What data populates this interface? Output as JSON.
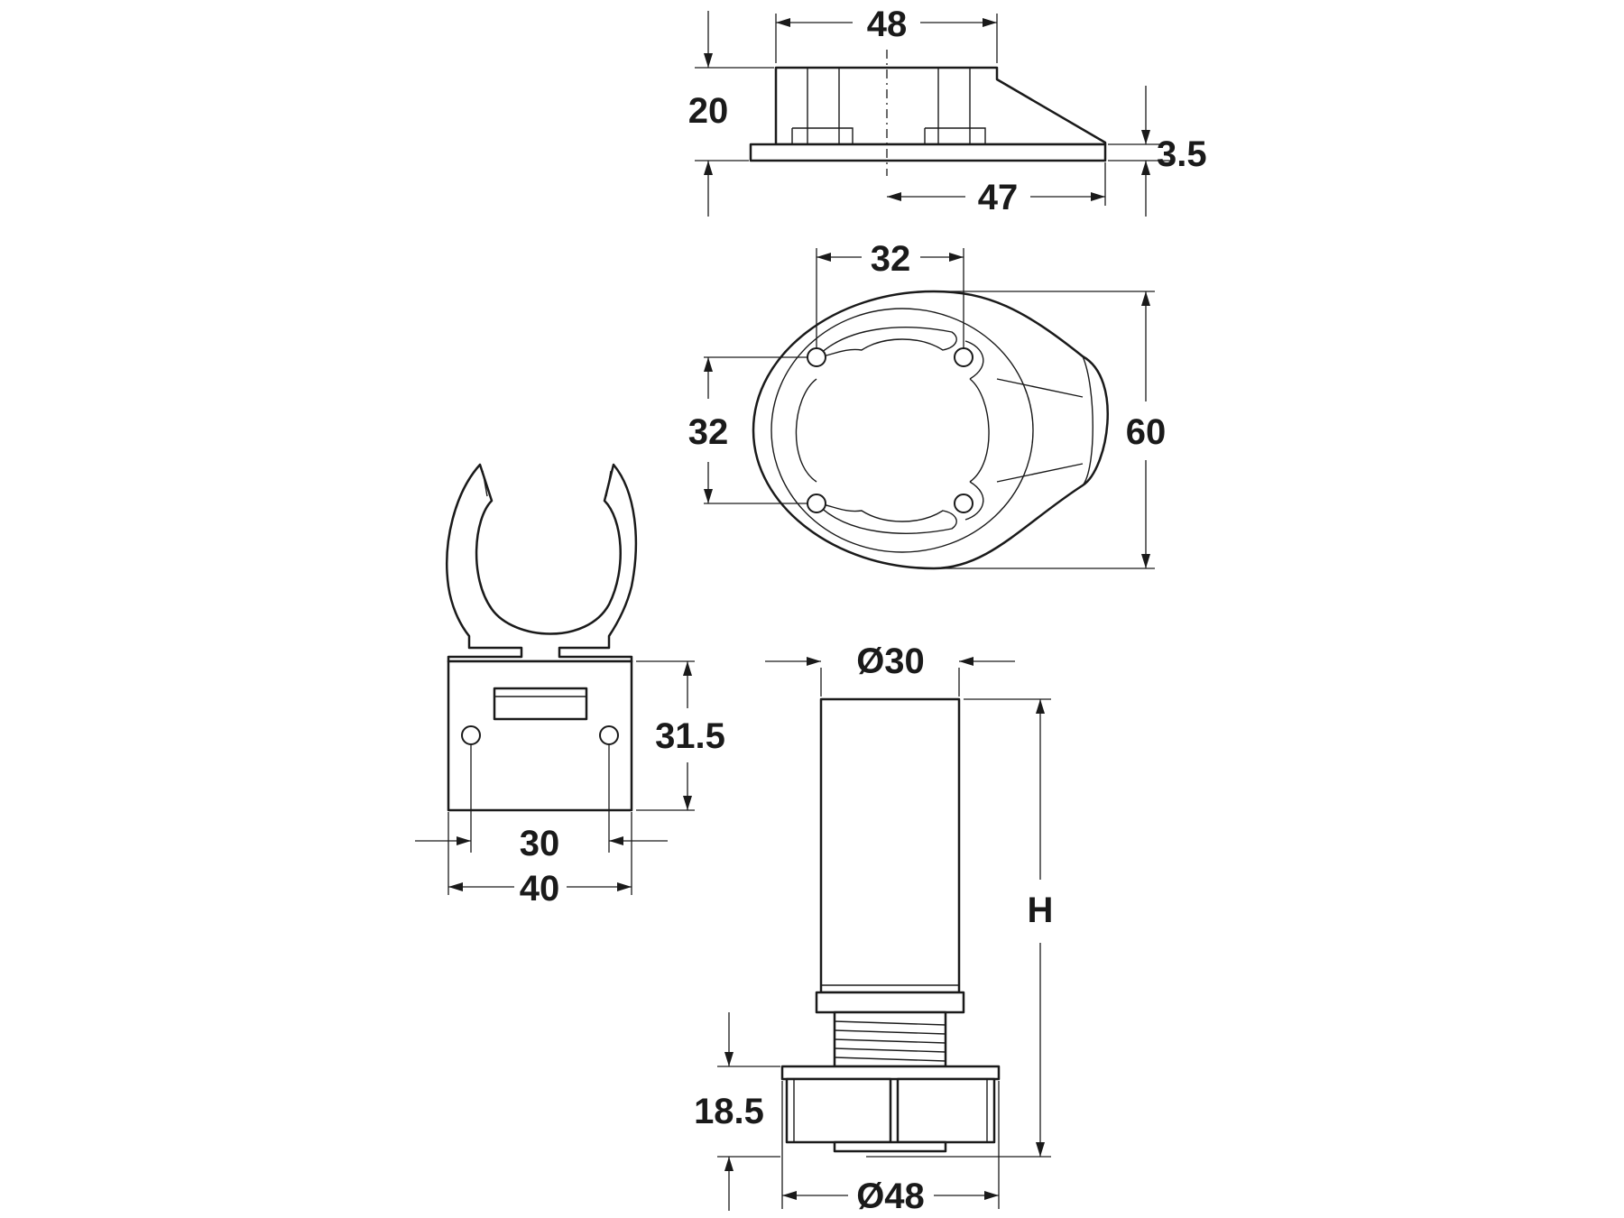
{
  "diagram": {
    "labels": {
      "base_width": "48",
      "base_height": "20",
      "flange_thickness": "3.5",
      "flange_offset": "47",
      "top_hole_spacing": "32",
      "side_hole_spacing": "32",
      "base_depth": "60",
      "clip_height": "31.5",
      "clip_hole_spacing": "30",
      "clip_width": "40",
      "tube_diameter": "Ø30",
      "leg_height": "H",
      "foot_height": "18.5",
      "foot_diameter": "Ø48"
    }
  }
}
